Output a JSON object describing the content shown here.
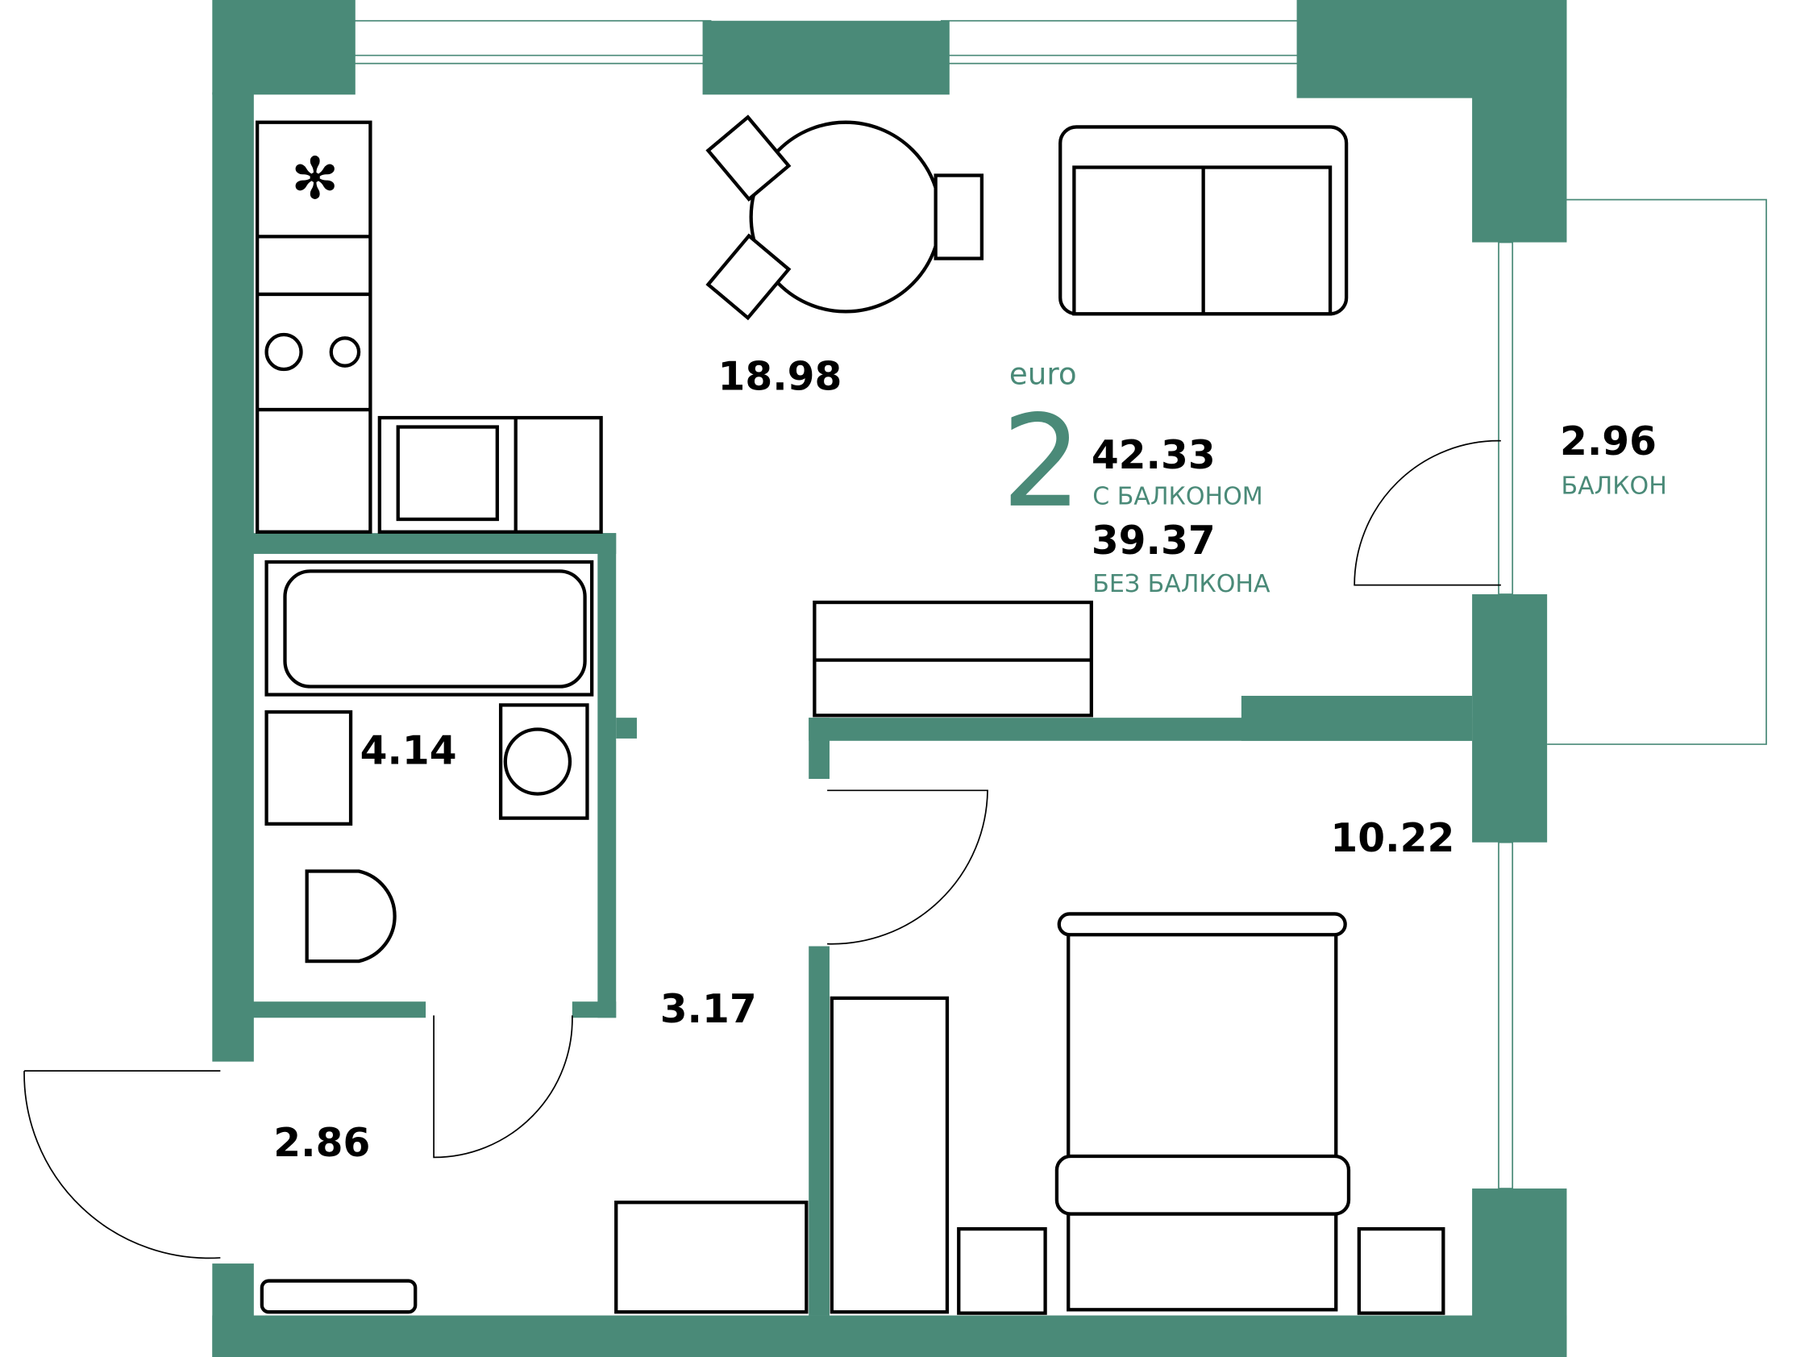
{
  "plan": {
    "type_label": "euro",
    "rooms_count": "2",
    "area_with_balcony": "42.33",
    "with_balcony_label": "С БАЛКОНОМ",
    "area_without_balcony": "39.37",
    "without_balcony_label": "БЕЗ БАЛКОНА",
    "rooms": {
      "living_kitchen": "18.98",
      "bathroom": "4.14",
      "corridor": "3.17",
      "hall": "2.86",
      "bedroom": "10.22",
      "balcony": "2.96",
      "balcony_label": "БАЛКОН"
    },
    "colors": {
      "wall": "#4a8a78",
      "text_accent": "#4a8a78"
    }
  }
}
